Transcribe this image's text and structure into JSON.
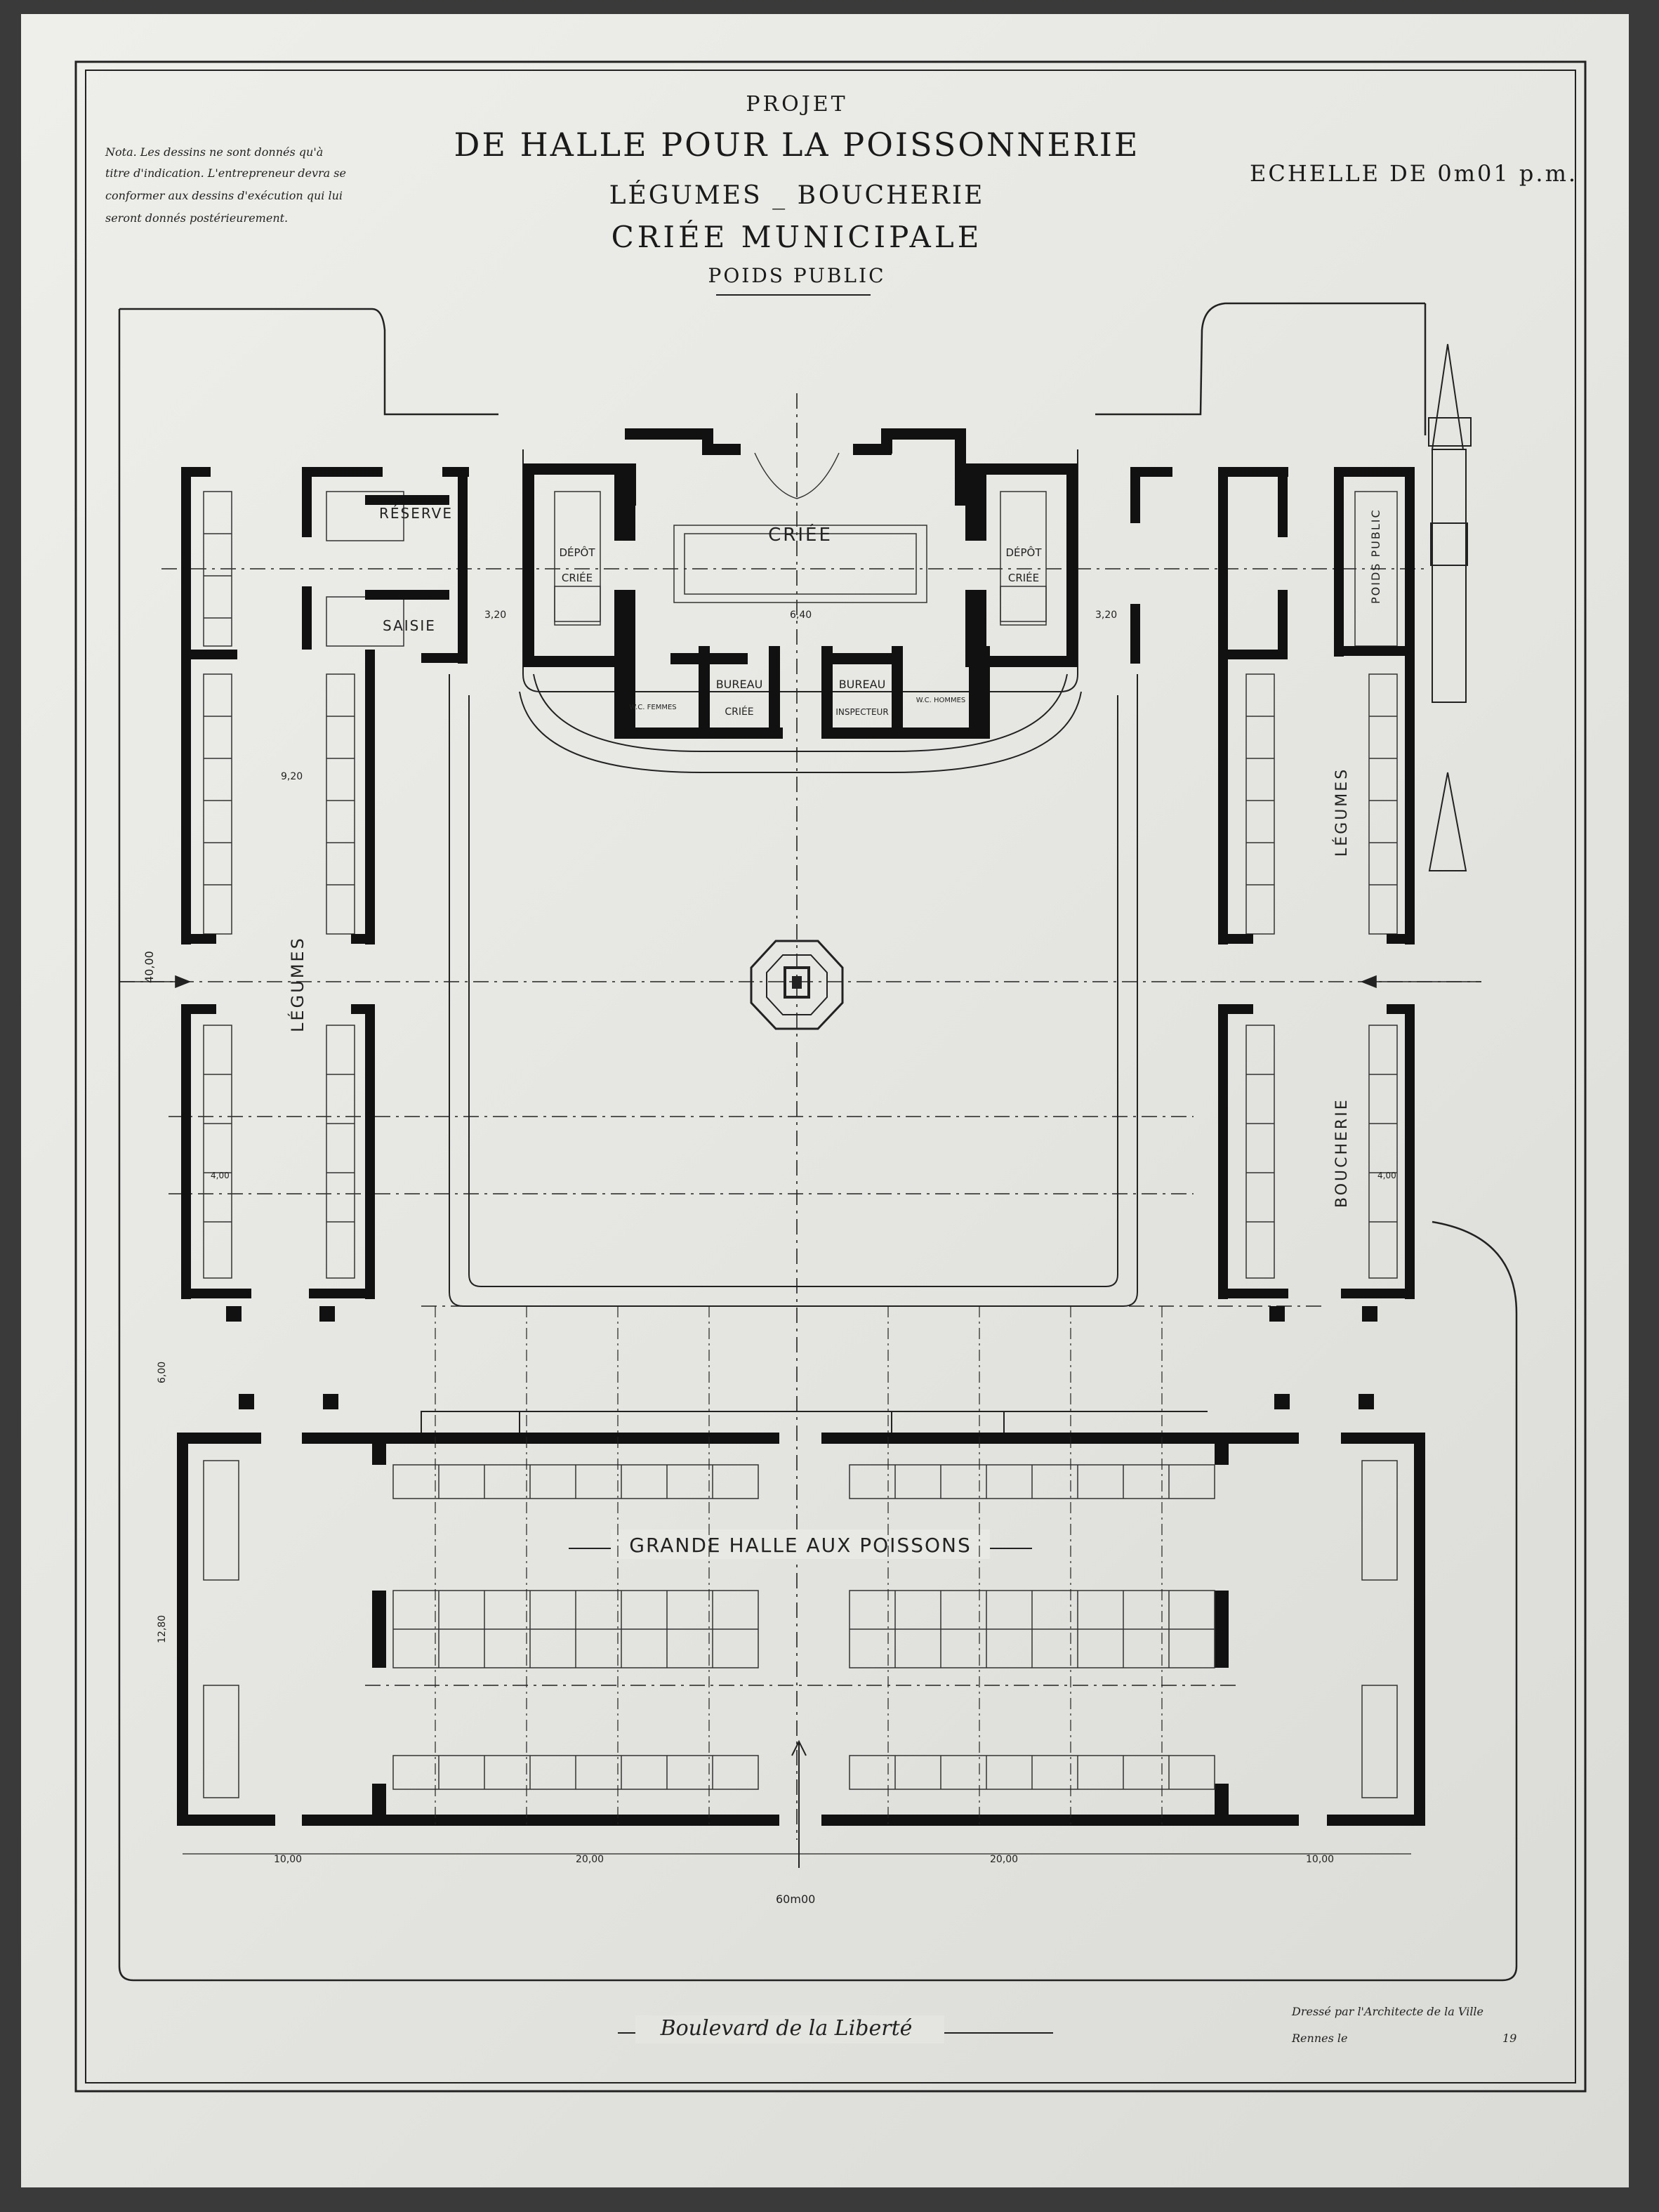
{
  "title": {
    "line1": "PROJET",
    "line2": "DE HALLE POUR LA POISSONNERIE",
    "line3": "LÉGUMES _ BOUCHERIE",
    "line4": "CRIÉE MUNICIPALE",
    "line5": "POIDS PUBLIC"
  },
  "note": {
    "line1": "Nota. Les dessins ne sont donnés qu'à",
    "line2": "titre d'indication. L'entrepreneur devra se",
    "line3": "conformer aux dessins d'exécution qui lui",
    "line4": "seront donnés postérieurement."
  },
  "scale": "ECHELLE DE 0m01 p.m.",
  "rooms": {
    "reserve": "RÉSERVE",
    "saisie": "SAISIE",
    "criee": "CRIÉE",
    "depot_left_1": "DÉPÔT",
    "depot_left_2": "CRIÉE",
    "depot_right_1": "DÉPÔT",
    "depot_right_2": "CRIÉE",
    "bureau_criee_1": "BUREAU",
    "bureau_criee_2": "CRIÉE",
    "bureau_insp_1": "BUREAU",
    "bureau_insp_2": "INSPECTEUR",
    "wc_left": "W.C. FEMMES",
    "wc_right": "W.C. HOMMES",
    "poids_public": "POIDS PUBLIC",
    "legumes_left": "LÉGUMES",
    "legumes_right": "LÉGUMES",
    "boucherie": "BOUCHERIE",
    "grande_halle": "GRANDE HALLE AUX POISSONS"
  },
  "dims": {
    "left_width": "40,00",
    "criee_w": "6,40",
    "d320a": "3,20",
    "d320b": "3,20",
    "d920": "9,20",
    "d600": "6,00",
    "d1280": "12,80",
    "d1000a": "10,00",
    "d2000a": "20,00",
    "d2000b": "20,00",
    "d1000b": "10,00",
    "total": "60m00",
    "d400a": "4,00",
    "d400b": "4,00"
  },
  "street": "Boulevard de la Liberté",
  "signature": {
    "line1": "Dressé par l'Architecte de la Ville",
    "line2": "Rennes le",
    "line3": "19"
  }
}
